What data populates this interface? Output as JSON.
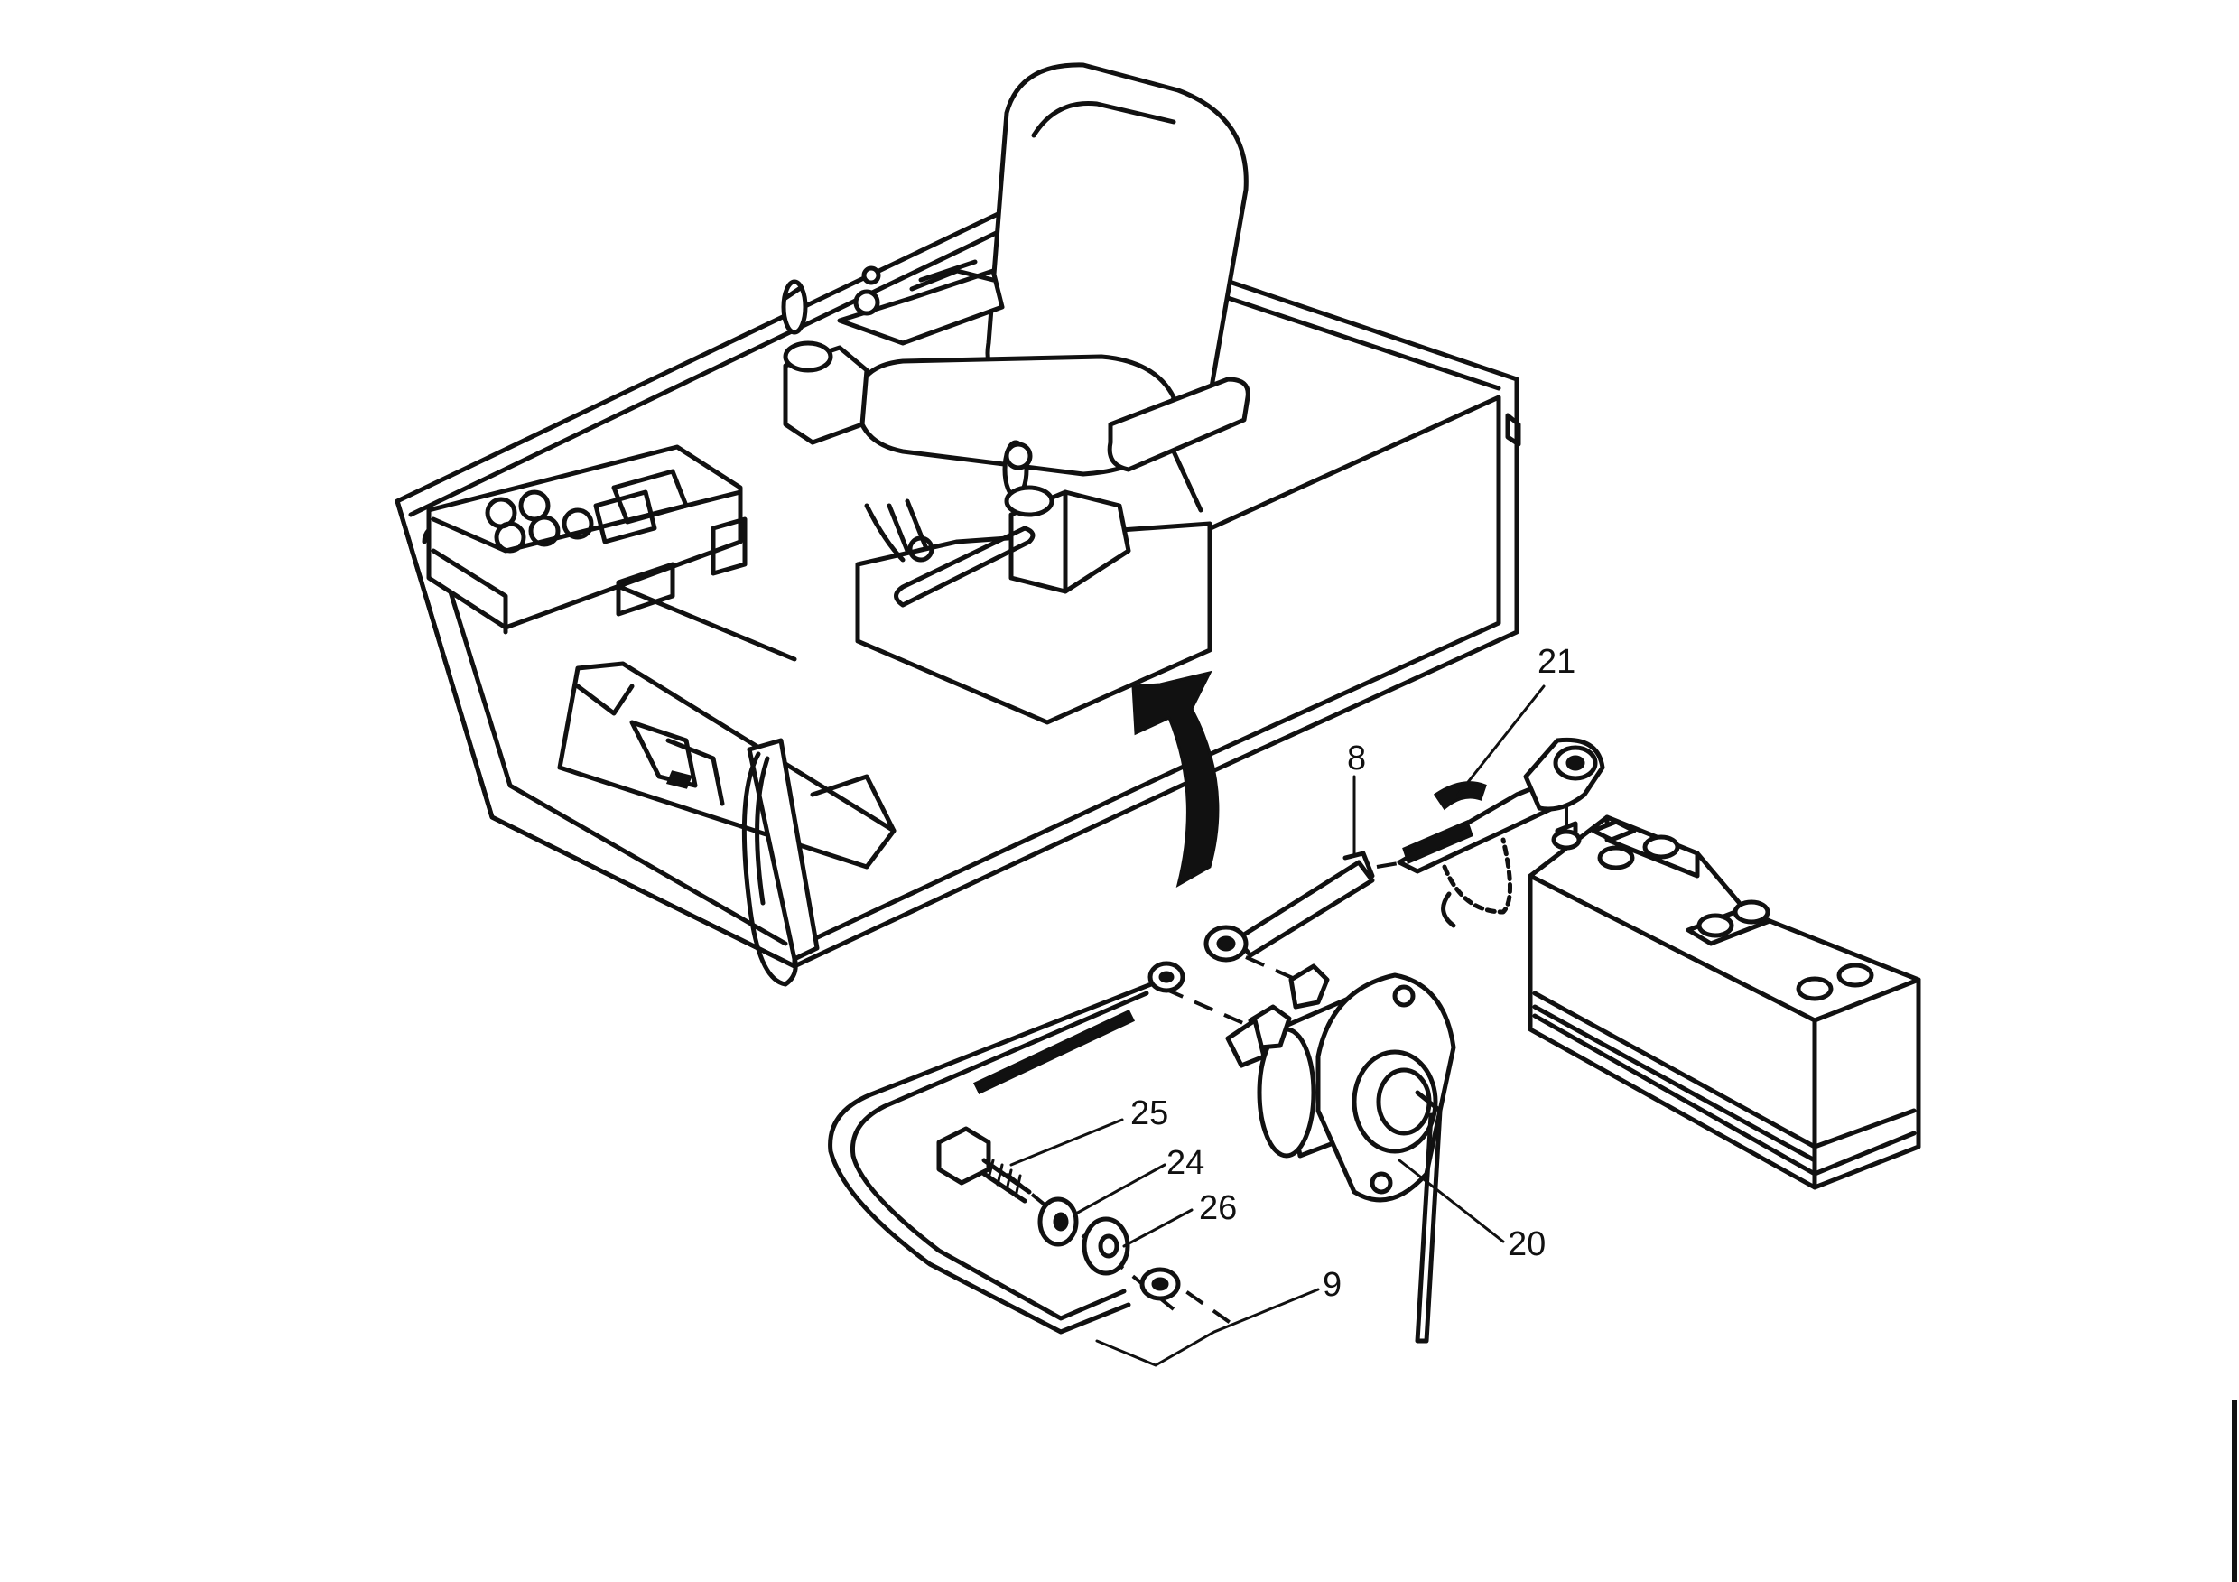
{
  "callouts": {
    "c21": "21",
    "c8": "8",
    "c25": "25",
    "c24": "24",
    "c26": "26",
    "c20": "20",
    "c9": "9"
  },
  "colors": {
    "ink": "#111111",
    "paper": "#ffffff"
  }
}
